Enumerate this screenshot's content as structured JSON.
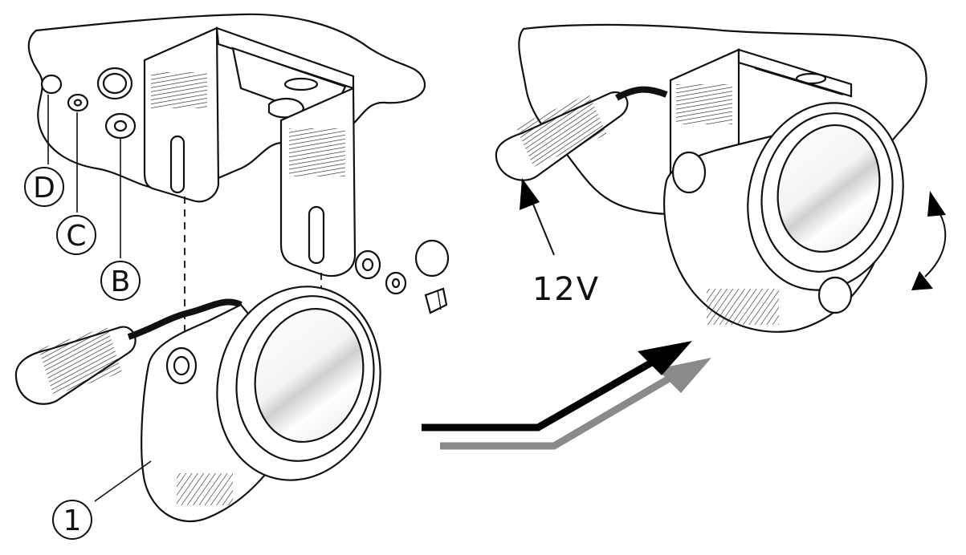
{
  "figure": {
    "callouts": {
      "d": "D",
      "c": "C",
      "b": "B",
      "one": "1"
    },
    "voltage_label": "12V"
  }
}
